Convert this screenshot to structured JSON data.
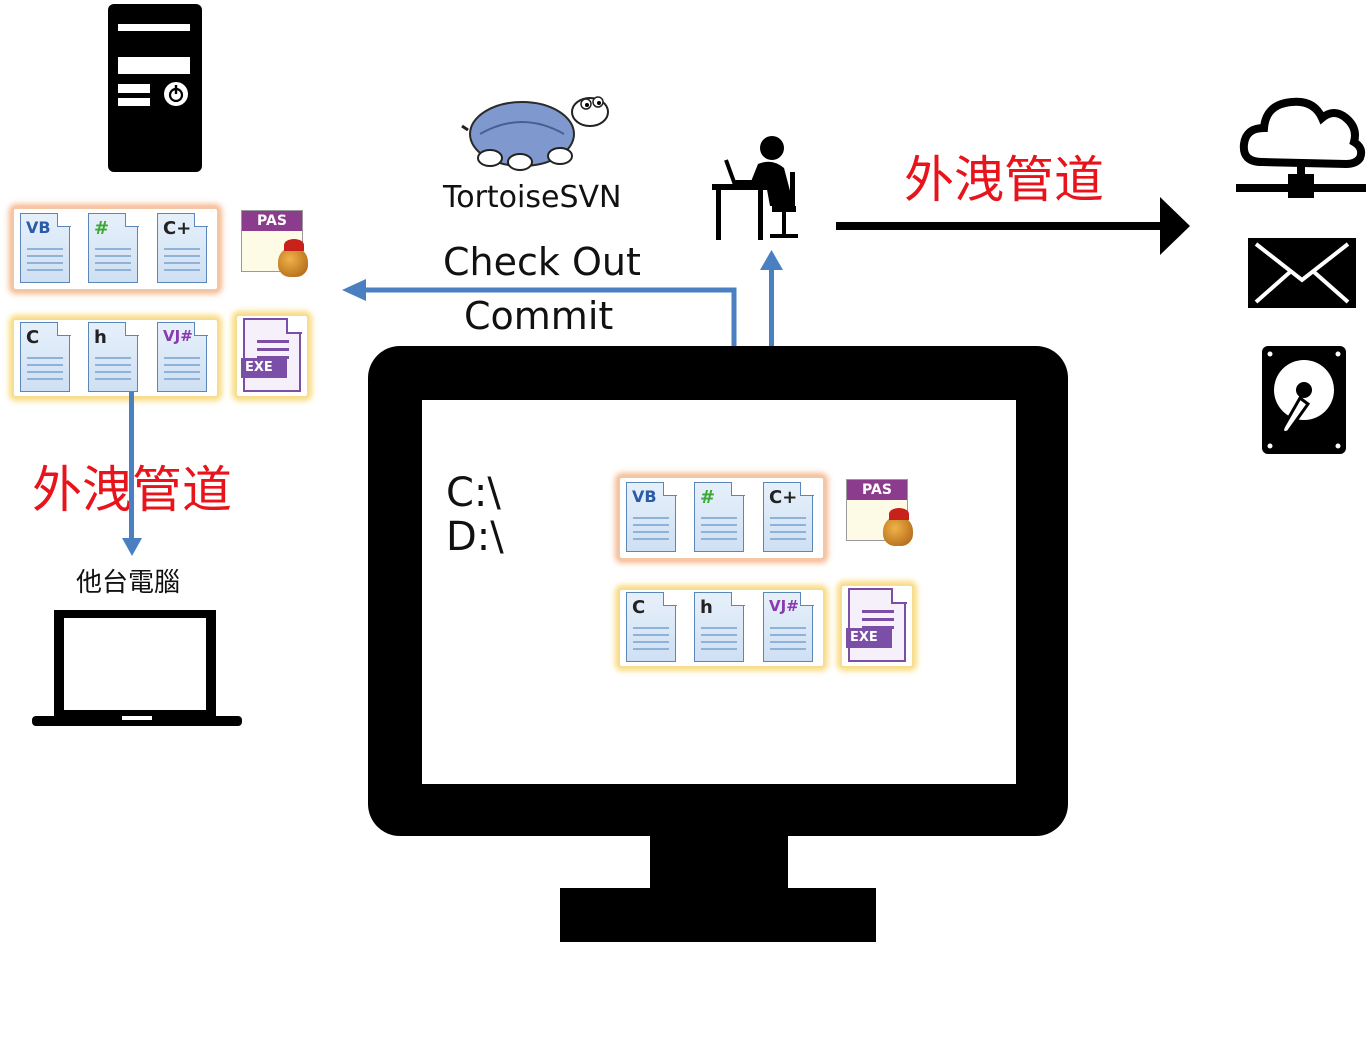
{
  "labels": {
    "tortoise": "TortoiseSVN",
    "checkout": "Check Out",
    "commit": "Commit",
    "leak_right": "外洩管道",
    "leak_left": "外洩管道",
    "other_pc": "他台電腦",
    "drive_c": "C:\\",
    "drive_d": "D:\\"
  },
  "files": {
    "row1": [
      "VB",
      "#",
      "C+"
    ],
    "row2": [
      "C",
      "h",
      "VJ#"
    ],
    "pas": "PAS",
    "exe": "EXE"
  },
  "icons": [
    "server-icon",
    "tortoise-icon",
    "person-at-desk-icon",
    "cloud-network-icon",
    "mail-icon",
    "hard-drive-icon",
    "laptop-icon",
    "monitor-icon"
  ],
  "colors": {
    "arrow_blue": "#4a7fc1",
    "leak_red": "#e8141c"
  }
}
